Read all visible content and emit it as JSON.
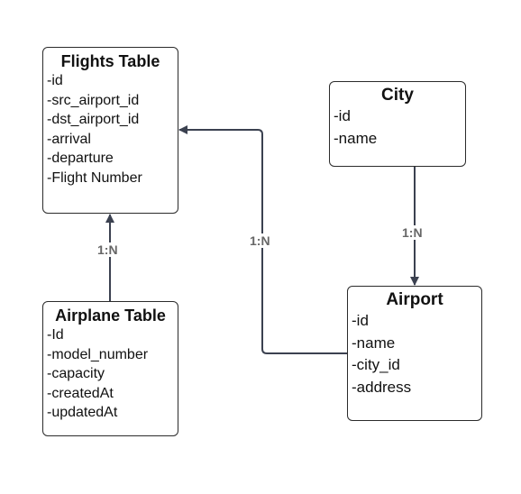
{
  "entities": {
    "flights": {
      "title": "Flights Table",
      "attributes": [
        "-id",
        "-src_airport_id",
        "-dst_airport_id",
        "-arrival",
        "-departure",
        "-Flight Number"
      ]
    },
    "airplane": {
      "title": "Airplane Table",
      "attributes": [
        "-Id",
        "-model_number",
        "-capacity",
        "-createdAt",
        "-updatedAt"
      ]
    },
    "city": {
      "title": "City",
      "attributes": [
        "-id",
        "-name"
      ]
    },
    "airport": {
      "title": "Airport",
      "attributes": [
        "-id",
        "-name",
        "-city_id",
        "-address"
      ]
    }
  },
  "relationships": [
    {
      "from": "airplane",
      "to": "flights",
      "cardinality": "1:N"
    },
    {
      "from": "airport",
      "to": "flights",
      "cardinality": "1:N"
    },
    {
      "from": "city",
      "to": "airport",
      "cardinality": "1:N"
    }
  ],
  "colors": {
    "line": "#3b4150",
    "border": "#2b2b2b",
    "label": "#666666"
  }
}
